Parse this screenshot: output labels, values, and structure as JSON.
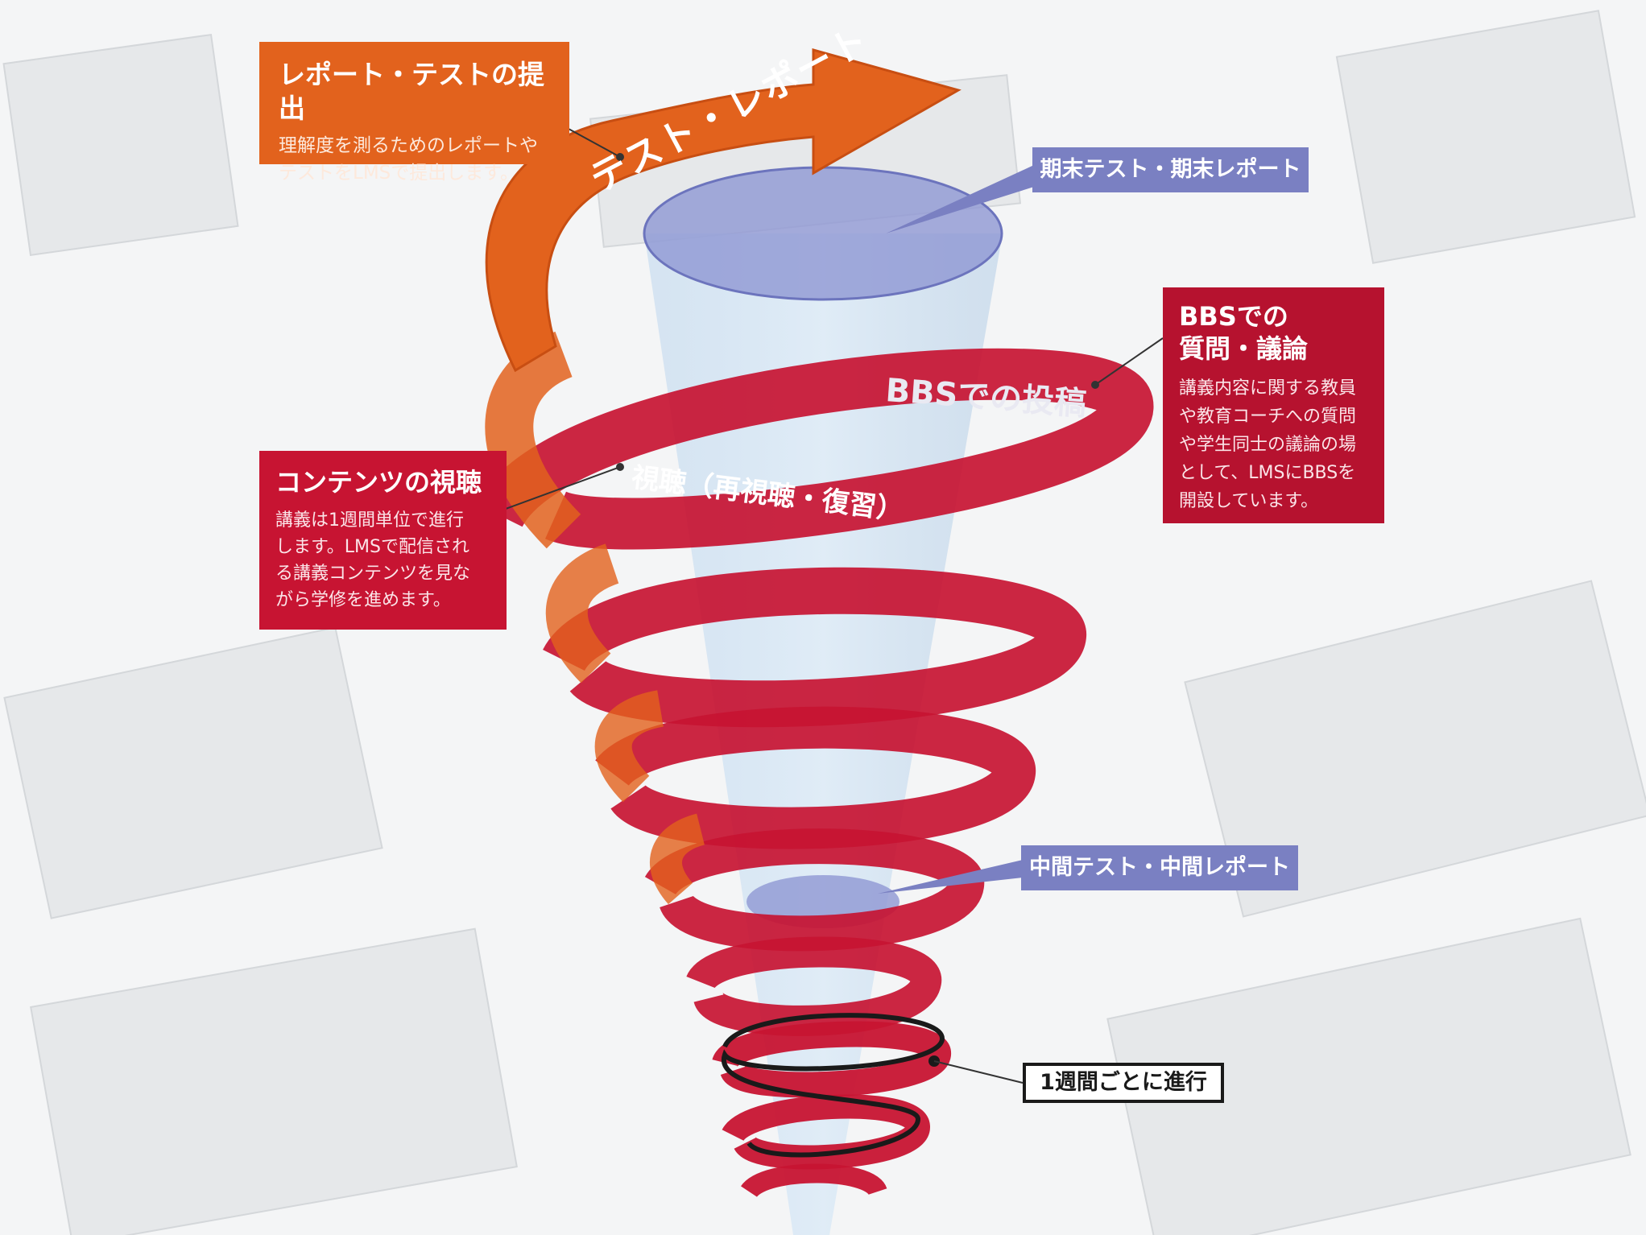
{
  "diagram": {
    "colors": {
      "orange": "#e2621d",
      "red": "#c71432",
      "dark_red": "#a10f29",
      "blue": "#7a80c2",
      "background": "#f4f5f6"
    }
  },
  "callouts": {
    "report_test": {
      "title": "レポート・テストの提出",
      "body": "理解度を測るためのレポートや\nテストをLMSで提出します。"
    },
    "content_viewing": {
      "title": "コンテンツの視聴",
      "body": "講義は1週間単位で進行\nします。LMSで配信され\nる講義コンテンツを見な\nがら学修を進めます。"
    },
    "bbs": {
      "title": "BBSでの\n質問・議論",
      "body": "講義内容に関する教員\nや教育コーチへの質問\nや学生同士の議論の場\nとして、LMSにBBSを\n開設しています。"
    }
  },
  "tags": {
    "final": "期末テスト・期末レポート",
    "midterm": "中間テスト・中間レポート",
    "weekly": "1週間ごとに進行"
  },
  "spiral_labels": {
    "test_report": "テスト・レポート",
    "bbs_post": "BBSでの投稿",
    "viewing": "視聴（再視聴・復習）"
  }
}
